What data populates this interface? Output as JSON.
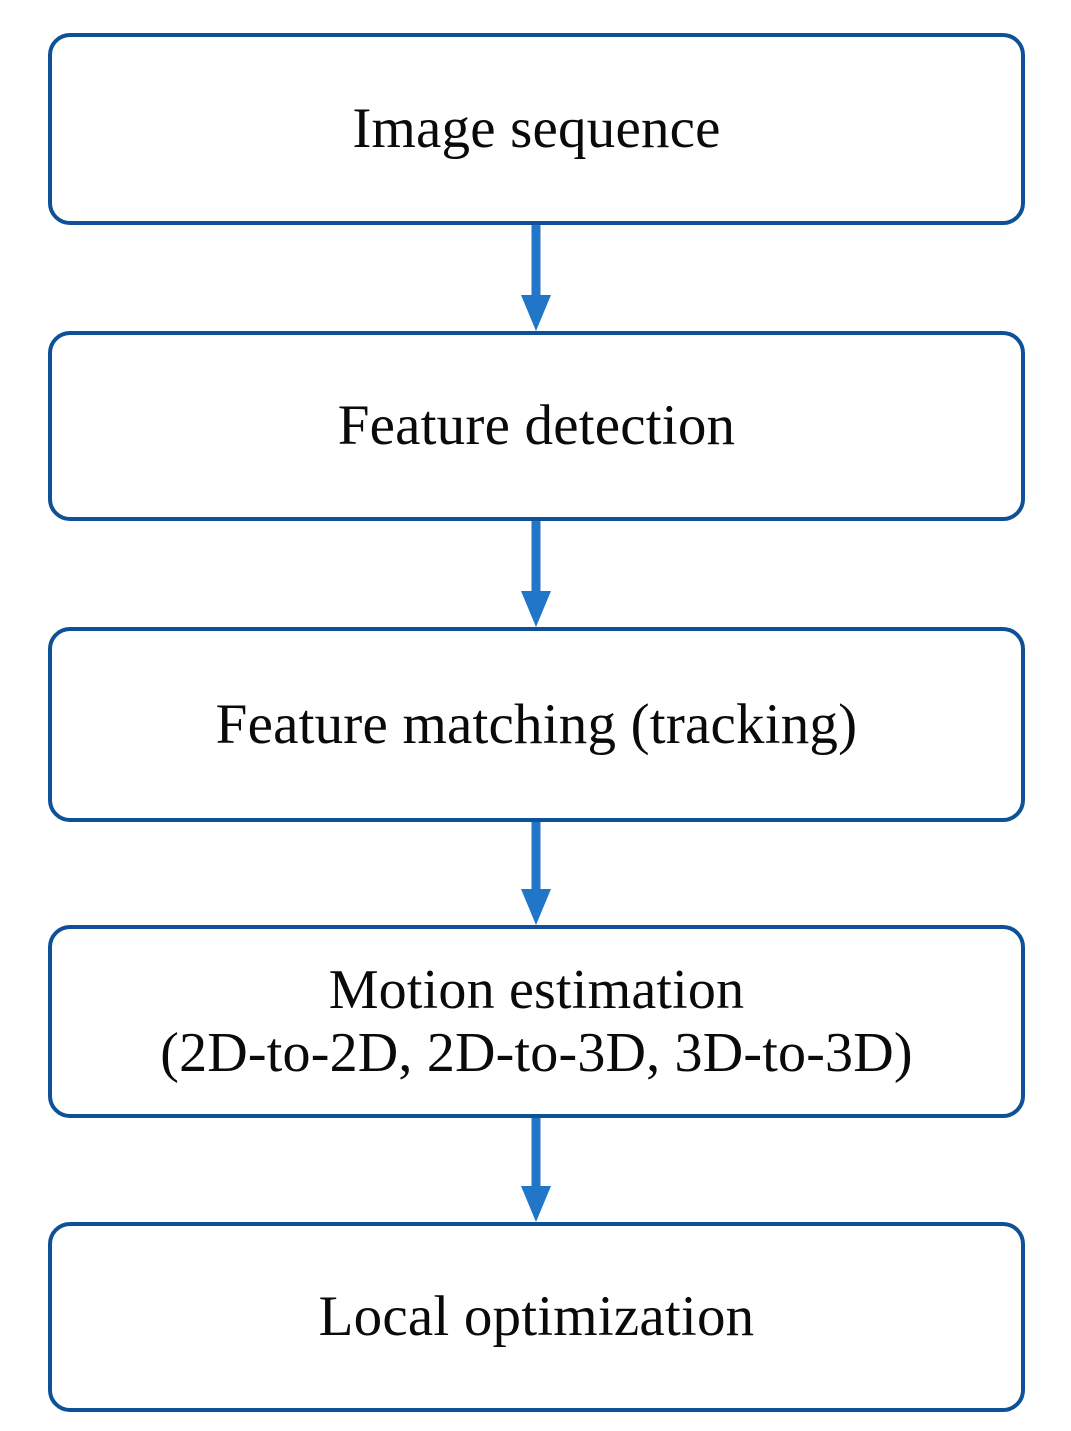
{
  "diagram": {
    "title": "Visual odometry pipeline flowchart",
    "type": "vertical-flowchart",
    "orientation": "top-to-bottom",
    "colors": {
      "node_border": "#0f5196",
      "node_fill": "#ffffff",
      "arrow": "#2176c8",
      "text": "#0a0a0a",
      "background": "#ffffff"
    },
    "nodes": [
      {
        "id": "image-sequence",
        "label": "Image sequence"
      },
      {
        "id": "feature-detection",
        "label": "Feature detection"
      },
      {
        "id": "feature-matching",
        "label": "Feature matching (tracking)"
      },
      {
        "id": "motion-estimation",
        "label": "Motion estimation\n(2D-to-2D, 2D-to-3D, 3D-to-3D)"
      },
      {
        "id": "local-optimization",
        "label": "Local optimization"
      }
    ],
    "connectors": [
      {
        "id": "c1",
        "from": "image-sequence",
        "to": "feature-detection",
        "style": "arrow-down"
      },
      {
        "id": "c2",
        "from": "feature-detection",
        "to": "feature-matching",
        "style": "arrow-down"
      },
      {
        "id": "c3",
        "from": "feature-matching",
        "to": "motion-estimation",
        "style": "arrow-down"
      },
      {
        "id": "c4",
        "from": "motion-estimation",
        "to": "local-optimization",
        "style": "arrow-down"
      }
    ]
  }
}
